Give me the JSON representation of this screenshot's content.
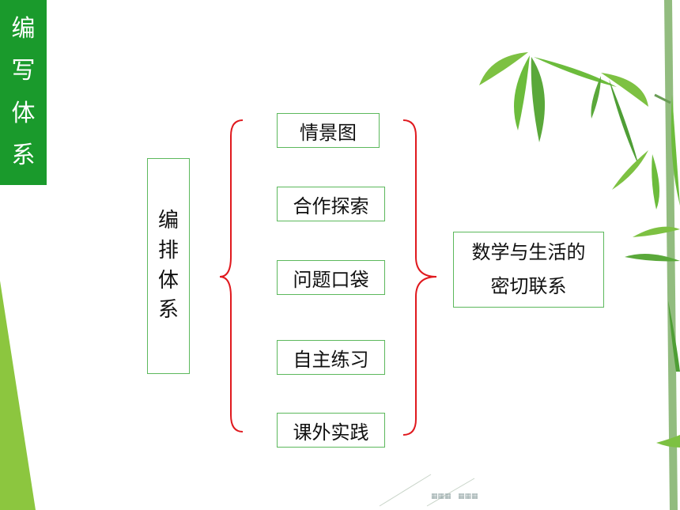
{
  "side_tab": {
    "chars": [
      "编",
      "写",
      "体",
      "系"
    ]
  },
  "left_box": {
    "chars": [
      "编",
      "排",
      "体",
      "系"
    ]
  },
  "items": [
    "情景图",
    "合作探索",
    "问题口袋",
    "自主练习",
    "课外实践"
  ],
  "result": {
    "line1": "数学与生活的",
    "line2": "密切联系"
  },
  "colors": {
    "green_tab": "#1a9a2c",
    "brace": "#e0191e",
    "box_border": "#5cb85c",
    "bamboo": "#6cc24a"
  }
}
